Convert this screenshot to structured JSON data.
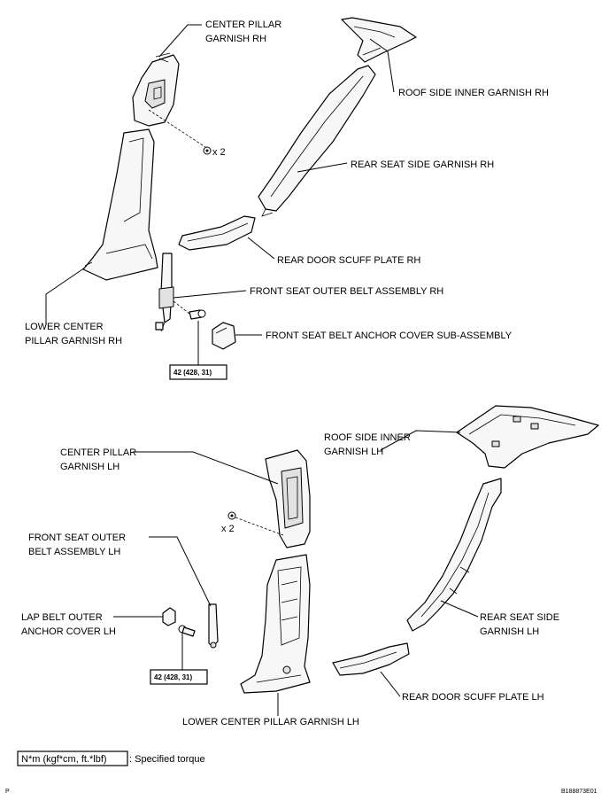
{
  "labels": {
    "center_pillar_rh_1": "CENTER PILLAR",
    "center_pillar_rh_2": "GARNISH RH",
    "roof_side_inner_rh": "ROOF SIDE INNER GARNISH RH",
    "x2_top": "x 2",
    "rear_seat_side_rh": "REAR SEAT SIDE GARNISH RH",
    "rear_door_scuff_rh": "REAR DOOR SCUFF PLATE RH",
    "front_seat_outer_belt_rh": "FRONT SEAT OUTER BELT ASSEMBLY RH",
    "lower_center_pillar_rh_1": "LOWER CENTER",
    "lower_center_pillar_rh_2": "PILLAR GARNISH RH",
    "anchor_cover": "FRONT SEAT BELT ANCHOR COVER SUB-ASSEMBLY",
    "torque_top": "42 (428, 31)",
    "roof_side_inner_lh_1": "ROOF SIDE INNER",
    "roof_side_inner_lh_2": "GARNISH LH",
    "center_pillar_lh_1": "CENTER PILLAR",
    "center_pillar_lh_2": "GARNISH LH",
    "x2_bottom": "x 2",
    "front_seat_outer_belt_lh_1": "FRONT SEAT OUTER",
    "front_seat_outer_belt_lh_2": "BELT ASSEMBLY LH",
    "lap_belt_cover_1": "LAP BELT OUTER",
    "lap_belt_cover_2": "ANCHOR COVER LH",
    "rear_seat_side_lh_1": "REAR SEAT SIDE",
    "rear_seat_side_lh_2": "GARNISH LH",
    "torque_bottom": "42 (428, 31)",
    "rear_door_scuff_lh": "REAR DOOR SCUFF PLATE LH",
    "lower_center_pillar_lh": "LOWER CENTER PILLAR GARNISH LH"
  },
  "legend": {
    "unit_box": "N*m (kgf*cm, ft.*lbf)",
    "unit_text": ": Specified torque"
  },
  "footer": {
    "page_letter": "P",
    "figure_id": "B188873E01"
  }
}
